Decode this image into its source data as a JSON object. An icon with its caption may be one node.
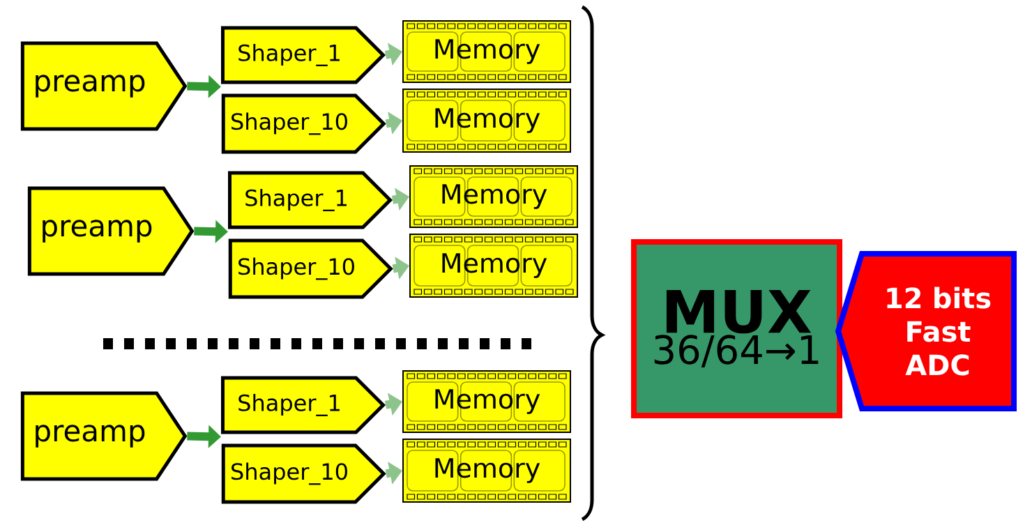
{
  "diagram": {
    "nodes": [
      {
        "text": [
          "preamp"
        ]
      },
      {
        "text": [
          "Shaper_1"
        ]
      },
      {
        "text": [
          "Shaper_10"
        ]
      },
      {
        "text": [
          "Memory"
        ]
      },
      {
        "text": [
          "Memory"
        ]
      },
      {
        "text": [
          "preamp"
        ]
      },
      {
        "text": [
          "Shaper_1"
        ]
      },
      {
        "text": [
          "Shaper_10"
        ]
      },
      {
        "text": [
          "Memory"
        ]
      },
      {
        "text": [
          "Memory"
        ]
      },
      {
        "text": [
          "preamp"
        ]
      },
      {
        "text": [
          "Shaper_1"
        ]
      },
      {
        "text": [
          "Shaper_10"
        ]
      },
      {
        "text": [
          "Memory"
        ]
      },
      {
        "text": [
          "Memory"
        ]
      },
      {
        "text": [
          "MUX",
          "36/64→1"
        ]
      },
      {
        "text": [
          "12 bits Fast ADC"
        ]
      }
    ],
    "edges": [
      {
        "from": 0,
        "to": 1,
        "arrow": "to",
        "color": "#339933"
      },
      {
        "from": 1,
        "to": 3,
        "arrow": "to"
      },
      {
        "from": 2,
        "to": 4,
        "arrow": "to"
      },
      {
        "from": 5,
        "to": 6,
        "arrow": "to",
        "color": "#339933"
      },
      {
        "from": 6,
        "to": 8,
        "arrow": "to"
      },
      {
        "from": 7,
        "to": 9,
        "arrow": "to"
      },
      {
        "from": 10,
        "to": 11,
        "arrow": "to",
        "color": "#339933"
      },
      {
        "from": 11,
        "to": 13,
        "arrow": "to"
      },
      {
        "from": 12,
        "to": 14,
        "arrow": "to"
      }
    ]
  }
}
